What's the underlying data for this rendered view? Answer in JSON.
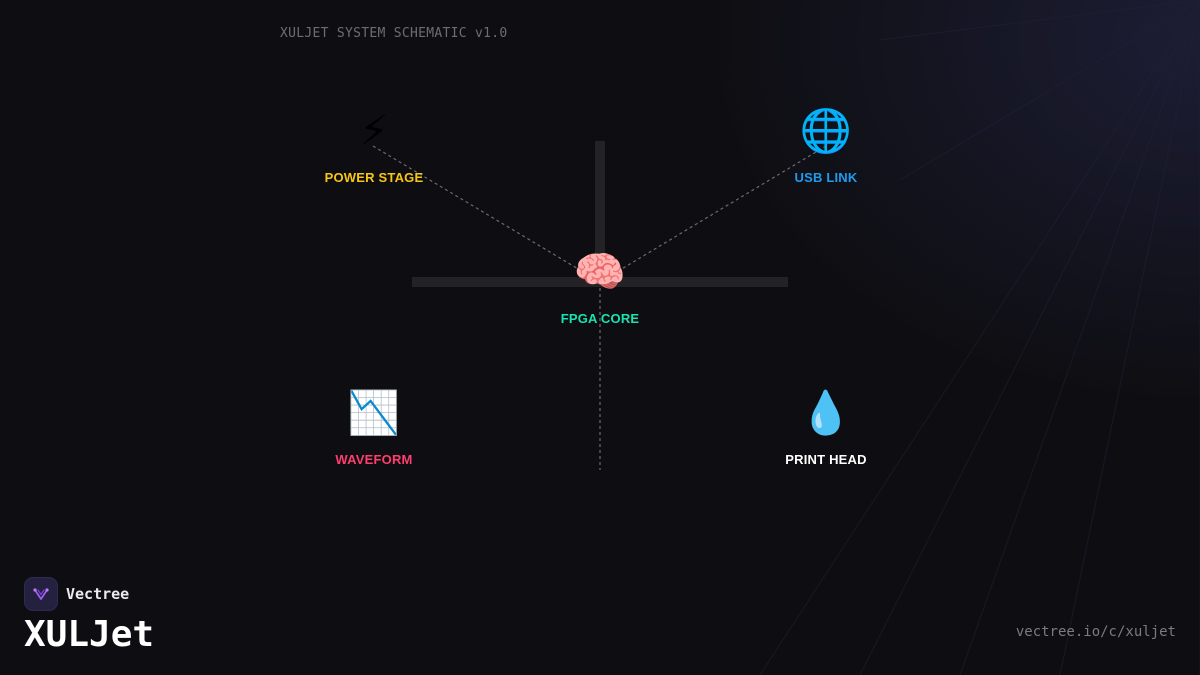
{
  "caption": "XULJET SYSTEM SCHEMATIC v1.0",
  "nodes": {
    "power": {
      "icon": "⚡",
      "icon_name": "lightning-icon",
      "label": "POWER STAGE",
      "color": "#f5c518"
    },
    "usb": {
      "icon": "🌐",
      "icon_name": "globe-icon",
      "label": "USB LINK",
      "color": "#1f9bf0"
    },
    "fpga": {
      "icon": "🧠",
      "icon_name": "brain-icon",
      "label": "FPGA CORE",
      "color": "#19e3b1"
    },
    "waveform": {
      "icon": "📉",
      "icon_name": "chart-decreasing-icon",
      "label": "WAVEFORM",
      "color": "#ff3d6e"
    },
    "print_head": {
      "icon": "💧",
      "icon_name": "droplet-icon",
      "label": "PRINT HEAD",
      "color": "#ffffff"
    }
  },
  "brand": {
    "name": "Vectree",
    "logo_icon": "vectree-logo-icon",
    "product": "XULJet"
  },
  "url": "vectree.io/c/xuljet"
}
